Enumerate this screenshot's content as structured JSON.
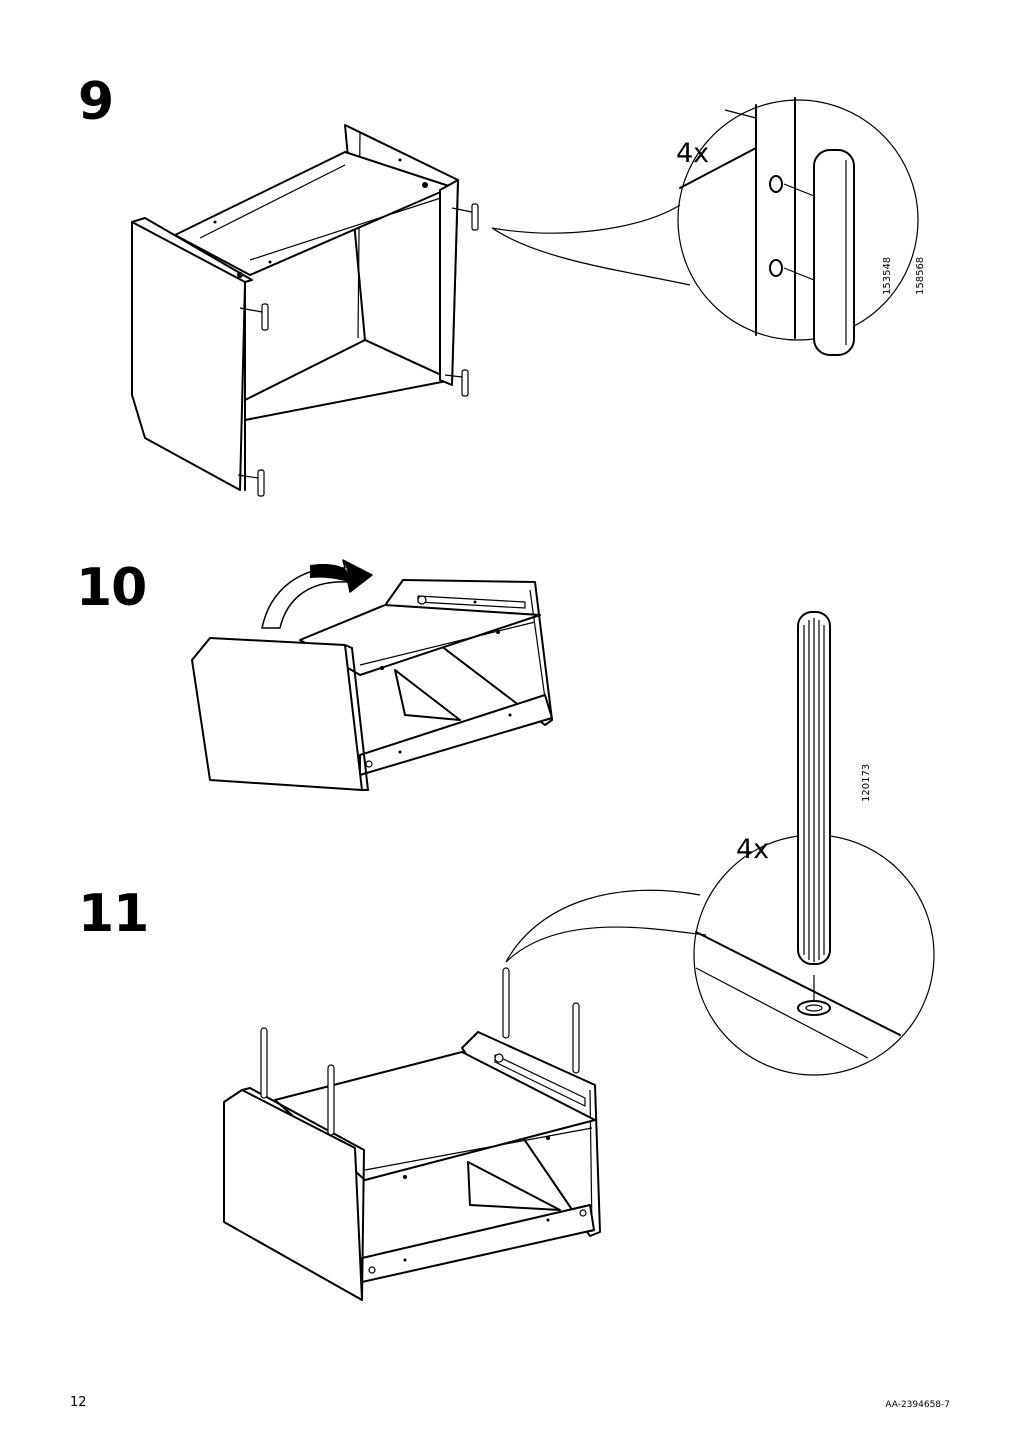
{
  "steps": [
    {
      "number": "9",
      "quantity": "4x",
      "part_numbers": [
        "153548",
        "158568"
      ]
    },
    {
      "number": "10"
    },
    {
      "number": "11",
      "quantity": "4x",
      "part_numbers": [
        "120173"
      ]
    }
  ],
  "footer": {
    "page_number": "12",
    "document_id": "AA-2394658-7"
  }
}
